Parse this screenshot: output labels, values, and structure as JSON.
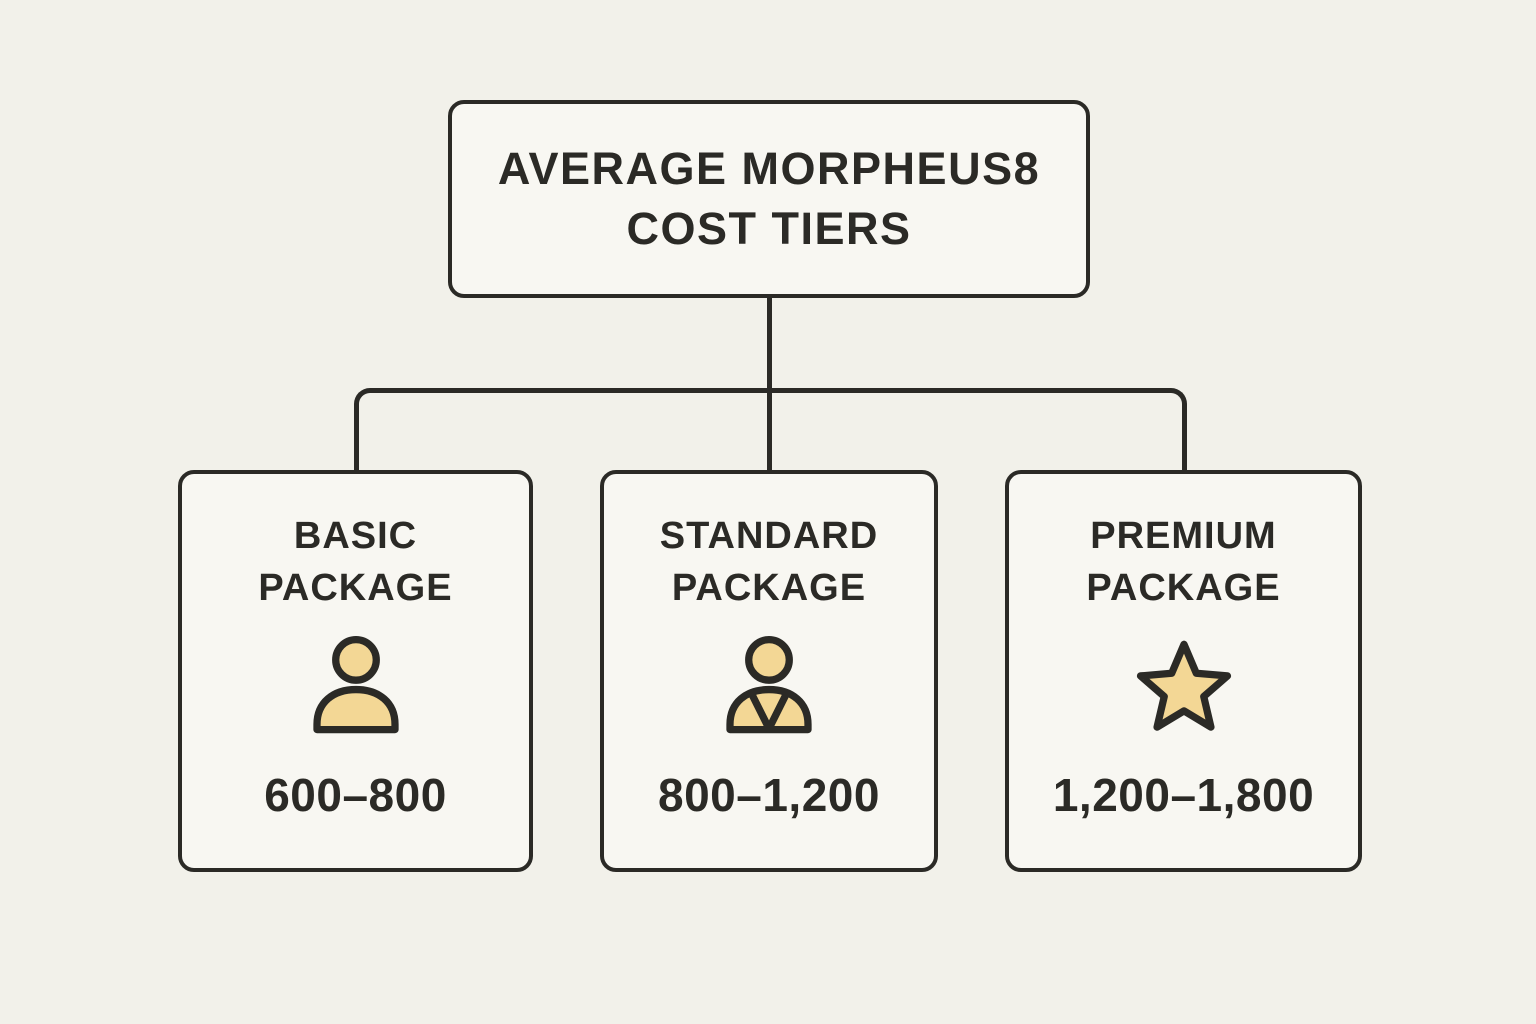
{
  "diagram": {
    "title": {
      "lines": [
        "AVERAGE MORPHEUS8",
        "COST TIERS"
      ]
    },
    "tiers": [
      {
        "label_lines": [
          "BASIC",
          "PACKAGE"
        ],
        "icon": "person-icon",
        "range": "600–800"
      },
      {
        "label_lines": [
          "STANDARD",
          "PACKAGE"
        ],
        "icon": "person-collar-icon",
        "range": "800–1,200"
      },
      {
        "label_lines": [
          "PREMIUM",
          "PACKAGE"
        ],
        "icon": "star-icon",
        "range": "1,200–1,800"
      }
    ],
    "colors": {
      "background": "#f2f1ea",
      "card_fill": "#f8f7f2",
      "outline": "#2b2a26",
      "icon_fill": "#f3d795"
    }
  }
}
